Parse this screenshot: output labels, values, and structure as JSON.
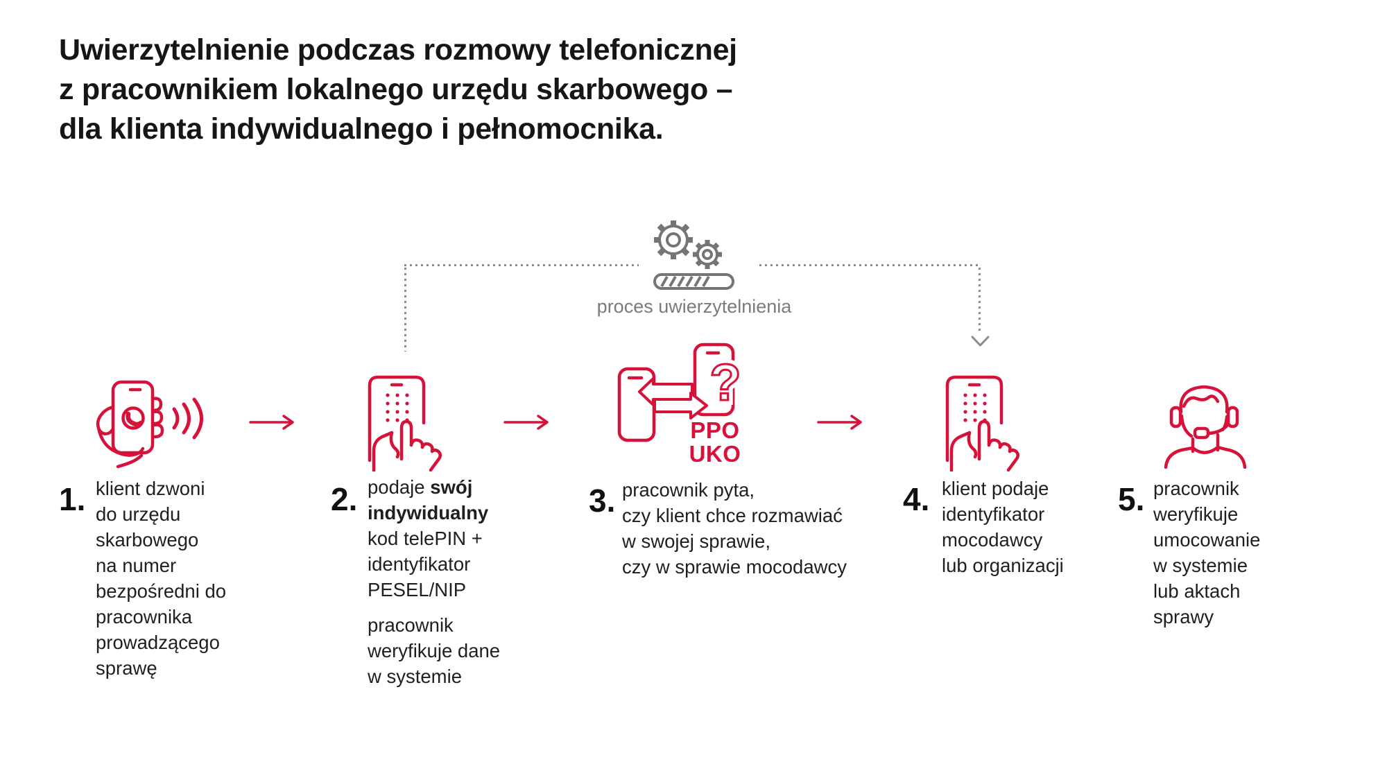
{
  "title": {
    "line1": "Uwierzytelnienie podczas rozmowy telefonicznej",
    "line2": "z pracownikiem lokalnego urzędu skarbowego –",
    "line3": "dla klienta indywidualnego i pełnomocnika."
  },
  "process_header": {
    "label": "proces uwierzytelnienia",
    "icons": [
      "gears-icon",
      "progress-bar-icon"
    ]
  },
  "colors": {
    "accent_red": "#d6113a",
    "text_black": "#1a1a1a",
    "gray": "#7b7b7b"
  },
  "steps": [
    {
      "number": "1.",
      "icon": "hand-holding-phone-call-icon",
      "lines": [
        "klient dzwoni",
        "do urzędu",
        "skarbowego",
        "na numer",
        "bezpośredni do",
        "pracownika",
        "prowadzącego",
        "sprawę"
      ]
    },
    {
      "number": "2.",
      "icon": "finger-dialing-keypad-icon",
      "line1_regular": "podaje ",
      "line1_bold": "swój",
      "line2_bold": "indywidualny",
      "line3": "kod telePIN +",
      "line4": "identyfikator",
      "line5": "PESEL/NIP",
      "para2": [
        "pracownik",
        "weryfikuje dane",
        "w systemie"
      ]
    },
    {
      "number": "3.",
      "icon": "phones-exchange-question-icon",
      "badge_line1": "PPO",
      "badge_line2": "UKO",
      "lines": [
        "pracownik pyta,",
        "czy klient chce rozmawiać",
        "w swojej sprawie,",
        "czy w sprawie mocodawcy"
      ]
    },
    {
      "number": "4.",
      "icon": "finger-dialing-keypad-icon",
      "lines": [
        "klient podaje",
        "identyfikator",
        "mocodawcy",
        "lub organizacji"
      ]
    },
    {
      "number": "5.",
      "icon": "headset-agent-icon",
      "lines": [
        "pracownik",
        "weryfikuje",
        "umocowanie",
        "w systemie",
        "lub aktach",
        "sprawy"
      ]
    }
  ]
}
